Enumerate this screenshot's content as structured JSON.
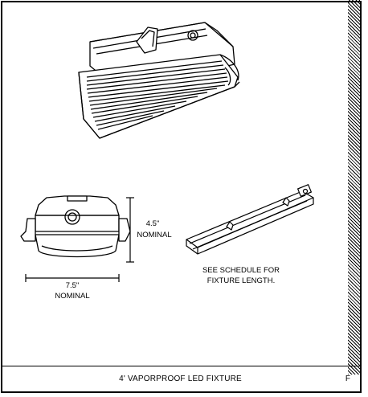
{
  "drawing": {
    "title": "4' VAPORPROOF LED FIXTURE",
    "sheet_letter": "F",
    "height_dim": "4.5\"",
    "height_note": "NOMINAL",
    "width_dim": "7.5\"",
    "width_note": "NOMINAL",
    "schedule_note_line1": "SEE SCHEDULE FOR",
    "schedule_note_line2": "FIXTURE LENGTH."
  }
}
